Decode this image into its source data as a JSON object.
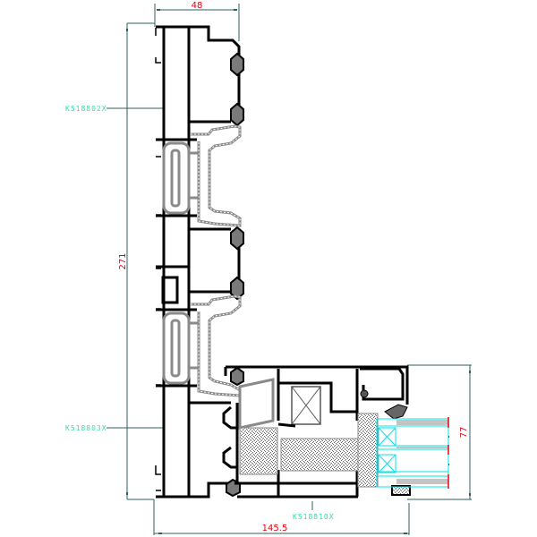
{
  "drawing": {
    "type": "window profile cross-section",
    "dimensions": {
      "top_width": "48",
      "total_height": "271",
      "right_height": "77",
      "bottom_width": "145.5"
    },
    "part_labels": {
      "upper_left": "K518802X",
      "lower_left": "K518803X",
      "bottom": "K518810X"
    },
    "colors": {
      "profile": "#000000",
      "dimension_line": "#2f5f5f",
      "dimension_text": "#e8000b",
      "part_label": "#33e0a0",
      "glazing": "#00e5ee",
      "gasket": "#8a8a8a"
    }
  }
}
